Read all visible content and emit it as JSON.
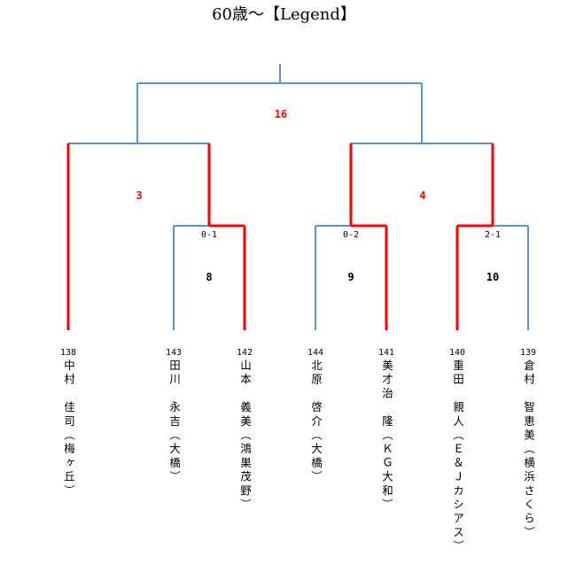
{
  "title": "60歳～【Legend】",
  "colors": {
    "winner_line": "#ff0000",
    "bracket_line": "#5b8fd6"
  },
  "final": {
    "match_no": "16"
  },
  "semis": [
    {
      "match_no": "3"
    },
    {
      "match_no": "4"
    }
  ],
  "first_round": [
    {
      "match_no": "8",
      "score": "0-1"
    },
    {
      "match_no": "9",
      "score": "0-2"
    },
    {
      "match_no": "10",
      "score": "2-1"
    }
  ],
  "players": [
    {
      "no": "138",
      "name": "中村　佳司（梅ヶ丘）"
    },
    {
      "no": "143",
      "name": "田川　永吉（大橋）"
    },
    {
      "no": "142",
      "name": "山本　義美（鴻巣茂野）"
    },
    {
      "no": "144",
      "name": "北原　啓介（大橋）"
    },
    {
      "no": "141",
      "name": "美才治　隆（ＫＧ大和）"
    },
    {
      "no": "140",
      "name": "重田　親人（Ｅ＆Ｊカシアス）"
    },
    {
      "no": "139",
      "name": "倉村　智恵美（横浜さくら）"
    }
  ]
}
